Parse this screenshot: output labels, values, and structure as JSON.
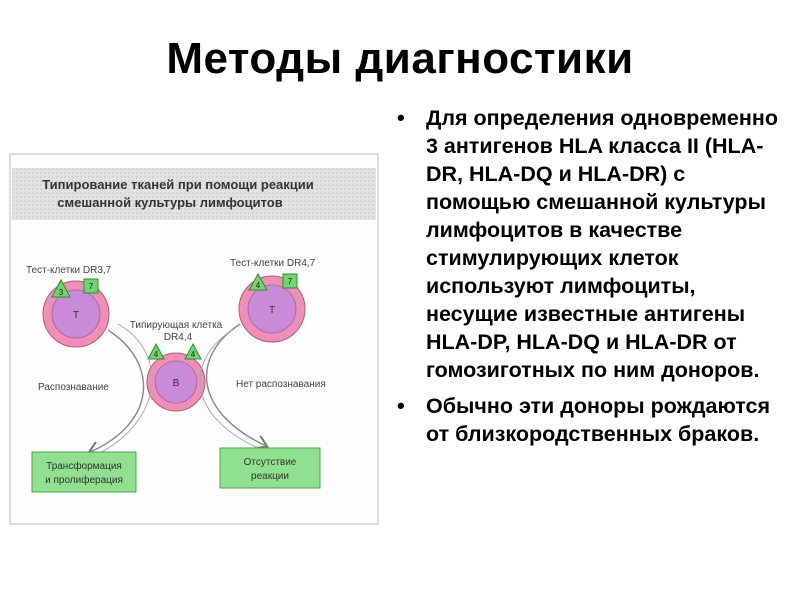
{
  "title": "Методы диагностики",
  "bullets": [
    "Для определения одновременно 3 антигенов HLA класса II (HLA-DR, HLA-DQ и HLA-DR) с помощью смешанной культуры лимфоцитов в качестве стимулирующих клеток используют лимфоциты, несущие известные антигены HLA-DP, HLA-DQ и HLA-DR от гомозиготных по ним доноров.",
    "Обычно эти доноры рождаются от близкородственных браков."
  ],
  "diagram": {
    "heading_line1": "Типирование тканей при помощи реакции",
    "heading_line2": "смешанной культуры лимфоцитов",
    "test_cell_left_label": "Тест-клетки DR3,7",
    "test_cell_right_label": "Тест-клетки DR4,7",
    "typing_cell_label_line1": "Типирующая клетка",
    "typing_cell_label_line2": "DR4,4",
    "cell_t_label": "T",
    "cell_b_label": "B",
    "antigen_3": "3",
    "antigen_4": "4",
    "antigen_7": "7",
    "recognition_label": "Распознавание",
    "no_recognition_label": "Нет распознавания",
    "result_left_line1": "Трансформация",
    "result_left_line2": "и пролиферация",
    "result_right_line1": "Отсутствие",
    "result_right_line2": "реакции",
    "colors": {
      "cell_ring": "#f08fb4",
      "cell_core": "#c98ad8",
      "antigen": "#6fd66f",
      "result_box": "#8fe08f",
      "heading_band": "#d8d8d8"
    }
  }
}
